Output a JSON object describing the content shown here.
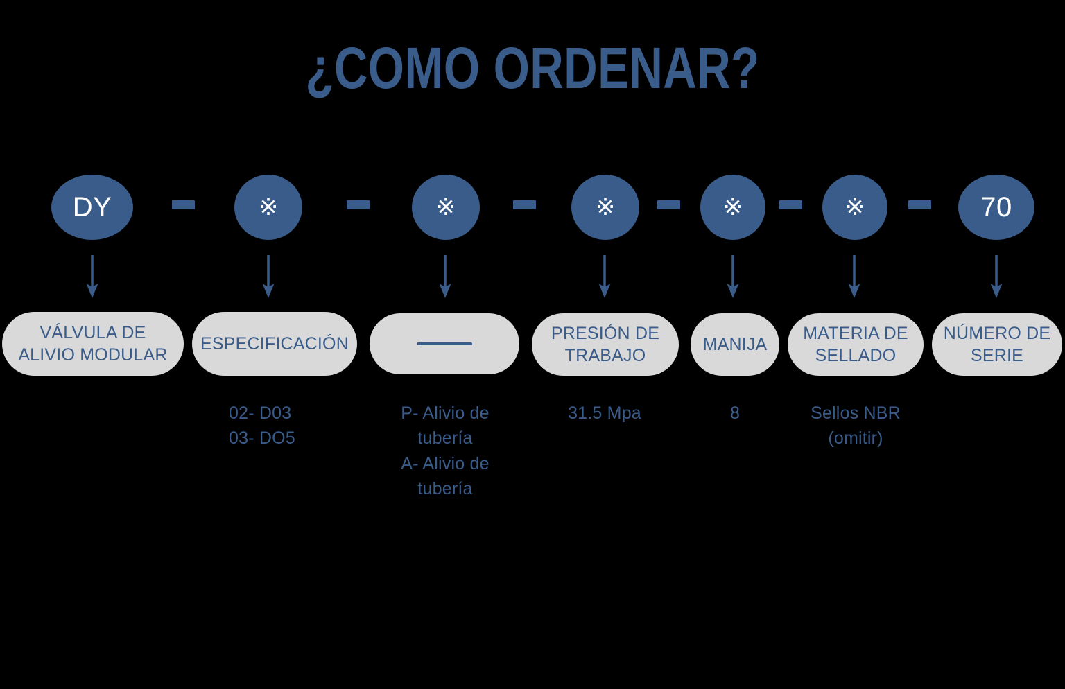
{
  "page": {
    "title": "¿COMO ORDENAR?",
    "background_color": "#000000",
    "accent_color": "#3a5c8a",
    "pill_color": "#d9d9d9",
    "node_text_color": "#ffffff"
  },
  "code_row": {
    "separator_symbol": "-",
    "nodes": [
      {
        "label": "DY",
        "kind": "text"
      },
      {
        "label": "※",
        "kind": "mark"
      },
      {
        "label": "※",
        "kind": "mark"
      },
      {
        "label": "※",
        "kind": "mark"
      },
      {
        "label": "※",
        "kind": "mark"
      },
      {
        "label": "※",
        "kind": "mark"
      },
      {
        "label": "70",
        "kind": "text"
      }
    ]
  },
  "columns": [
    {
      "pill_label": "VÁLVULA DE\nALIVIO MODULAR",
      "description": ""
    },
    {
      "pill_label": "ESPECIFICACIÓN",
      "description": "02- D03\n03- DO5"
    },
    {
      "pill_label": "",
      "pill_is_dash": true,
      "description": "P- Alivio de\ntubería\nA- Alivio de\ntubería"
    },
    {
      "pill_label": "PRESIÓN DE\nTRABAJO",
      "description": "31.5 Mpa"
    },
    {
      "pill_label": "MANIJA",
      "description": "8"
    },
    {
      "pill_label": "MATERIA DE\nSELLADO",
      "description": "Sellos NBR\n(omitir)"
    },
    {
      "pill_label": "NÚMERO DE\nSERIE",
      "description": ""
    }
  ],
  "icons": {
    "arrow_down": "arrow-down-icon",
    "reference_mark": "reference-mark-icon"
  }
}
